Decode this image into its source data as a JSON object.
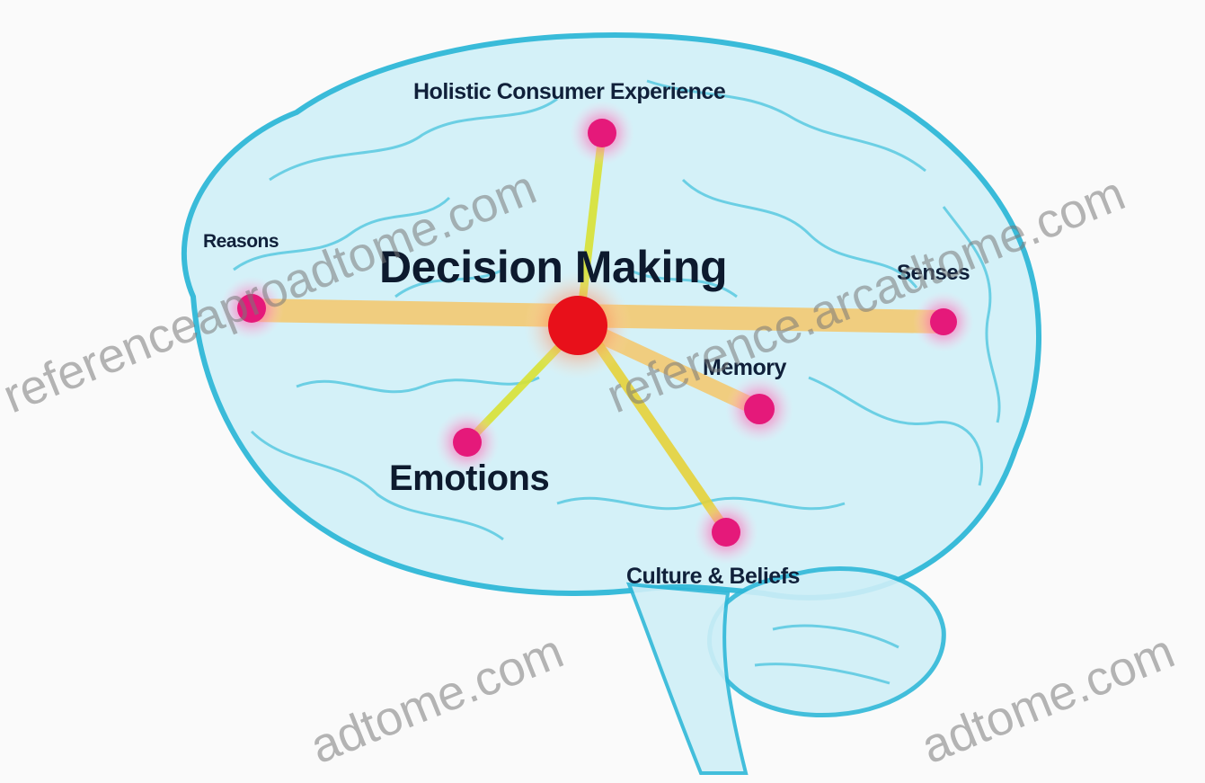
{
  "diagram": {
    "central": "Decision Making",
    "factors": {
      "holistic": "Holistic Consumer Experience",
      "reasons": "Reasons",
      "senses": "Senses",
      "memory": "Memory",
      "emotions": "Emotions",
      "culture": "Culture & Beliefs"
    }
  },
  "watermark": {
    "line_a": "referenceaproadtome.com",
    "line_b": "reference.arcadtome.com",
    "line_c": "adtome.com",
    "line_d": "adtome.com"
  },
  "colors": {
    "brain_outline": "#2fb8d8",
    "brain_fill": "#c9eef7",
    "connector": "#f2c24a",
    "node": "#e5197a",
    "center_node": "#e8101a"
  }
}
